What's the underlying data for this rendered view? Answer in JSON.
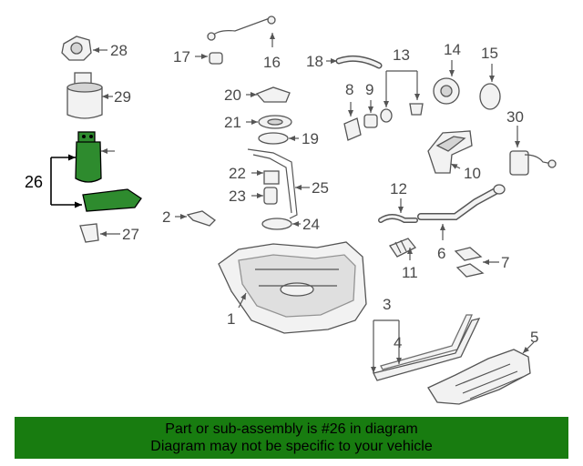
{
  "diagram": {
    "highlight_color": "#2e8b2e",
    "callouts": {
      "c1": "1",
      "c2": "2",
      "c3": "3",
      "c4": "4",
      "c5": "5",
      "c6": "6",
      "c7": "7",
      "c8": "8",
      "c9": "9",
      "c10": "10",
      "c11": "11",
      "c12": "12",
      "c13": "13",
      "c14": "14",
      "c15": "15",
      "c16": "16",
      "c17": "17",
      "c18": "18",
      "c19": "19",
      "c20": "20",
      "c21": "21",
      "c22": "22",
      "c23": "23",
      "c24": "24",
      "c25": "25",
      "c26": "26",
      "c27": "27",
      "c28": "28",
      "c29": "29",
      "c30": "30"
    }
  },
  "banner": {
    "color": "#187c10",
    "line1": "Part or sub-assembly is #26 in diagram",
    "line2": "Diagram may not be specific to your vehicle"
  }
}
